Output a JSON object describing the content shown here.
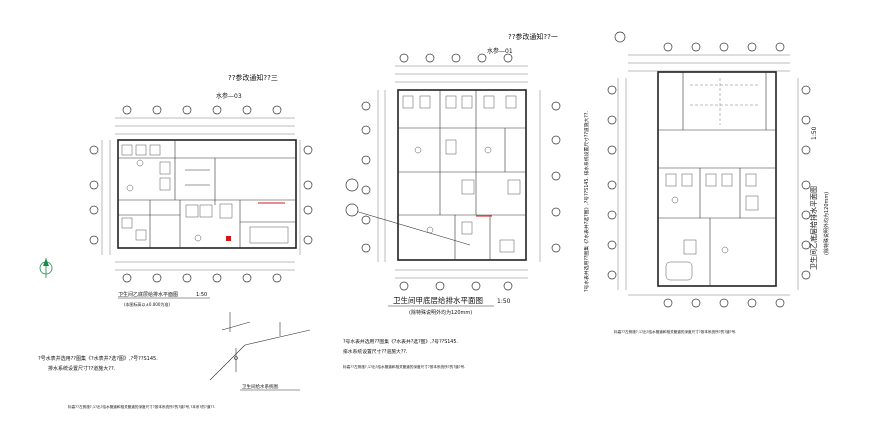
{
  "colors": {
    "background": "#ffffff",
    "line": "#222222",
    "highlight": "#d01818",
    "north": "#1a8a4a"
  },
  "drawings": [
    {
      "id": "left-plan",
      "notice": "??参改通知??三",
      "sheet_ref": "水参—03",
      "caption": "卫生间乙底层给排水平面图",
      "scale": "1:50",
      "subcaption": "(本图标高以±0.000为准)"
    },
    {
      "id": "center-plan",
      "notice": "??参改通知??一",
      "sheet_ref": "水参—01",
      "caption": "卫生间甲底层给排水平面图",
      "scale": "1:50",
      "subcaption": "(除特殊说明外均为120mm)"
    },
    {
      "id": "right-plan",
      "caption": "卫生间乙底层给排水平面图",
      "scale": "1:50",
      "subcaption": "(除特殊说明外均为120mm)"
    }
  ],
  "isometric_label": "卫生间给水系统图",
  "notes": {
    "left_line1": "?号水表井选用??图集《?水表井?选?图》,?号??S145.",
    "left_line2": "排水系统设置尺寸??道施大??.",
    "left_bottom": "标高??左侧施?,1?出?给水管道和相关管道的深度尺寸?按本系统所?的?道?号,?本系?的?道??.",
    "center_line1": "?号水表井选用??图集《?水表井?选?图》,?号??S145.",
    "center_line2": "排水系统设置尺寸??道施大??.",
    "center_bottom": "标高??左侧施?,1?出?给水管道和相关管道的深度尺寸?按本系统所?的?道?号.",
    "right_vertical": "?号水表井选用??图集《?水表井?选?图》,?号??S145. 排水系统设置尺寸??道施大??.",
    "right_bottom": "标高??左侧施?,1?出?给水管道和相关管道的深度尺寸?按本系统所?的?道?号."
  }
}
